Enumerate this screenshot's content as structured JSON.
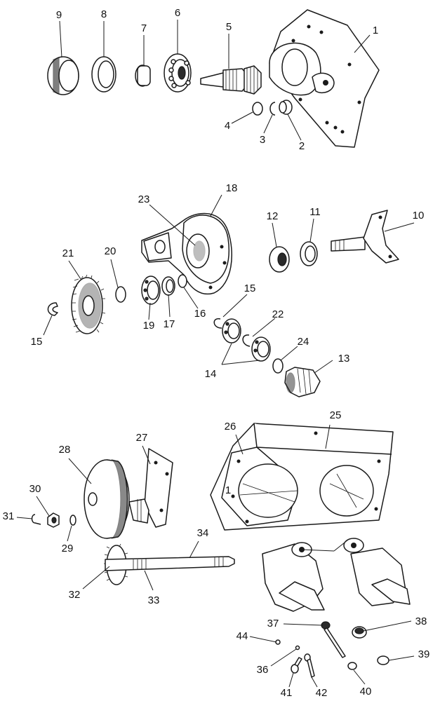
{
  "callouts": [
    {
      "id": "c1",
      "label": "1"
    },
    {
      "id": "c2",
      "label": "2"
    },
    {
      "id": "c3",
      "label": "3"
    },
    {
      "id": "c4",
      "label": "4"
    },
    {
      "id": "c5",
      "label": "5"
    },
    {
      "id": "c6",
      "label": "6"
    },
    {
      "id": "c7",
      "label": "7"
    },
    {
      "id": "c8",
      "label": "8"
    },
    {
      "id": "c9",
      "label": "9"
    },
    {
      "id": "c10",
      "label": "10"
    },
    {
      "id": "c11",
      "label": "11"
    },
    {
      "id": "c12",
      "label": "12"
    },
    {
      "id": "c13",
      "label": "13"
    },
    {
      "id": "c14",
      "label": "14"
    },
    {
      "id": "c15a",
      "label": "15"
    },
    {
      "id": "c15b",
      "label": "15"
    },
    {
      "id": "c16",
      "label": "16"
    },
    {
      "id": "c17",
      "label": "17"
    },
    {
      "id": "c18",
      "label": "18"
    },
    {
      "id": "c19",
      "label": "19"
    },
    {
      "id": "c20",
      "label": "20"
    },
    {
      "id": "c21",
      "label": "21"
    },
    {
      "id": "c22",
      "label": "22"
    },
    {
      "id": "c23",
      "label": "23"
    },
    {
      "id": "c24",
      "label": "24"
    },
    {
      "id": "c25",
      "label": "25"
    },
    {
      "id": "c26",
      "label": "26"
    },
    {
      "id": "c27",
      "label": "27"
    },
    {
      "id": "c28",
      "label": "28"
    },
    {
      "id": "c29",
      "label": "29"
    },
    {
      "id": "c30",
      "label": "30"
    },
    {
      "id": "c31",
      "label": "31"
    },
    {
      "id": "c32",
      "label": "32"
    },
    {
      "id": "c33",
      "label": "33"
    },
    {
      "id": "c34",
      "label": "34"
    },
    {
      "id": "c36",
      "label": "36"
    },
    {
      "id": "c37",
      "label": "37"
    },
    {
      "id": "c38",
      "label": "38"
    },
    {
      "id": "c39",
      "label": "39"
    },
    {
      "id": "c40",
      "label": "40"
    },
    {
      "id": "c41",
      "label": "41"
    },
    {
      "id": "c42",
      "label": "42"
    },
    {
      "id": "c44",
      "label": "44"
    }
  ],
  "housing_marker": "1"
}
